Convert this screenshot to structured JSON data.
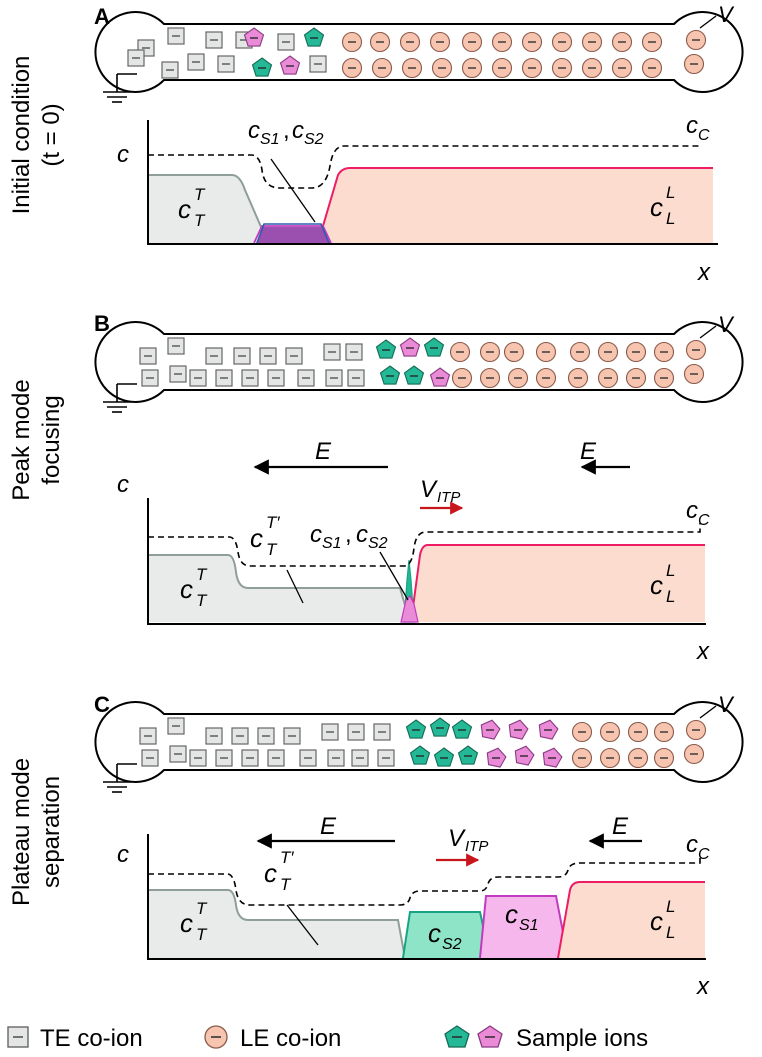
{
  "panels": [
    {
      "letter": "A",
      "side_label": [
        "Initial condition",
        "(t = 0)"
      ],
      "channel_label": "V",
      "plot": {
        "y_axis": "c",
        "x_axis": "x",
        "labels": {
          "cc": "C",
          "ct": "T",
          "cl": "L",
          "cs1": "S1",
          "cs2": "S2"
        }
      }
    },
    {
      "letter": "B",
      "side_label": [
        "Peak mode",
        "focusing"
      ],
      "channel_label": "V",
      "field_label": "E",
      "velocity_label": "ITP",
      "plot": {
        "y_axis": "c",
        "x_axis": "x",
        "labels": {
          "cc": "C",
          "ct": "T",
          "ctp": "T′",
          "cl": "L",
          "cs1": "S1",
          "cs2": "S2"
        }
      }
    },
    {
      "letter": "C",
      "side_label": [
        "Plateau mode",
        "separation"
      ],
      "channel_label": "V",
      "field_label": "E",
      "velocity_label": "ITP",
      "plot": {
        "y_axis": "c",
        "x_axis": "x",
        "labels": {
          "cc": "C",
          "ct": "T",
          "ctp": "T′",
          "cl": "L",
          "cs1": "S1",
          "cs2": "S2"
        }
      }
    }
  ],
  "legend": {
    "te": "TE co-ion",
    "le": "LE co-ion",
    "sample": "Sample ions"
  },
  "colors": {
    "te_fill": "#e4e6e6",
    "te_area": "#e8ebea",
    "te_line": "#8f9e96",
    "le_fill": "#f7c4b0",
    "le_area": "#fbdccf",
    "le_line": "#ee1c64",
    "s1_fill": "#e98bd6",
    "s1_line": "#c23bbf",
    "s2_fill": "#24b896",
    "s2_area": "#8ee4c6",
    "s2_line": "#18a385",
    "overlap": "#9b4fae",
    "arrow_v": "#c8161d"
  }
}
